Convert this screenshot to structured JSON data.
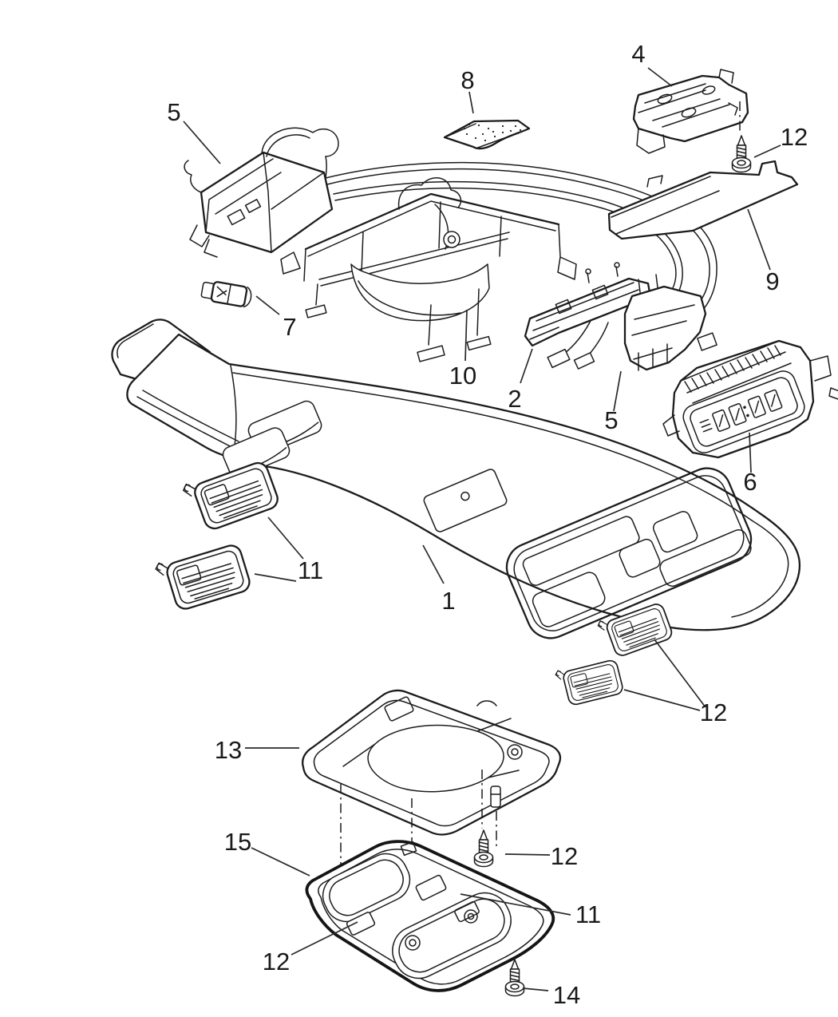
{
  "diagram": {
    "kind": "exploded-parts-diagram",
    "subject": "overhead console assembly line drawing",
    "colors": {
      "background": "#ffffff",
      "line": "#1c1c1c",
      "label_text": "#1a1a1a"
    },
    "parts_shown": [
      "1",
      "2",
      "4",
      "5",
      "6",
      "7",
      "8",
      "9",
      "10",
      "11",
      "12",
      "13",
      "14",
      "15"
    ],
    "callouts": [
      {
        "id": "callout-4",
        "label": "4"
      },
      {
        "id": "callout-8",
        "label": "8"
      },
      {
        "id": "callout-12-top",
        "label": "12"
      },
      {
        "id": "callout-5-left",
        "label": "5"
      },
      {
        "id": "callout-9",
        "label": "9"
      },
      {
        "id": "callout-7",
        "label": "7"
      },
      {
        "id": "callout-10",
        "label": "10"
      },
      {
        "id": "callout-2",
        "label": "2"
      },
      {
        "id": "callout-5-right",
        "label": "5"
      },
      {
        "id": "callout-6",
        "label": "6"
      },
      {
        "id": "callout-1",
        "label": "1"
      },
      {
        "id": "callout-11-left",
        "label": "11"
      },
      {
        "id": "callout-12-right",
        "label": "12"
      },
      {
        "id": "callout-13",
        "label": "13"
      },
      {
        "id": "callout-15",
        "label": "15"
      },
      {
        "id": "callout-12-mid",
        "label": "12"
      },
      {
        "id": "callout-11-bottom",
        "label": "11"
      },
      {
        "id": "callout-12-bottom",
        "label": "12"
      },
      {
        "id": "callout-14",
        "label": "14"
      }
    ]
  }
}
